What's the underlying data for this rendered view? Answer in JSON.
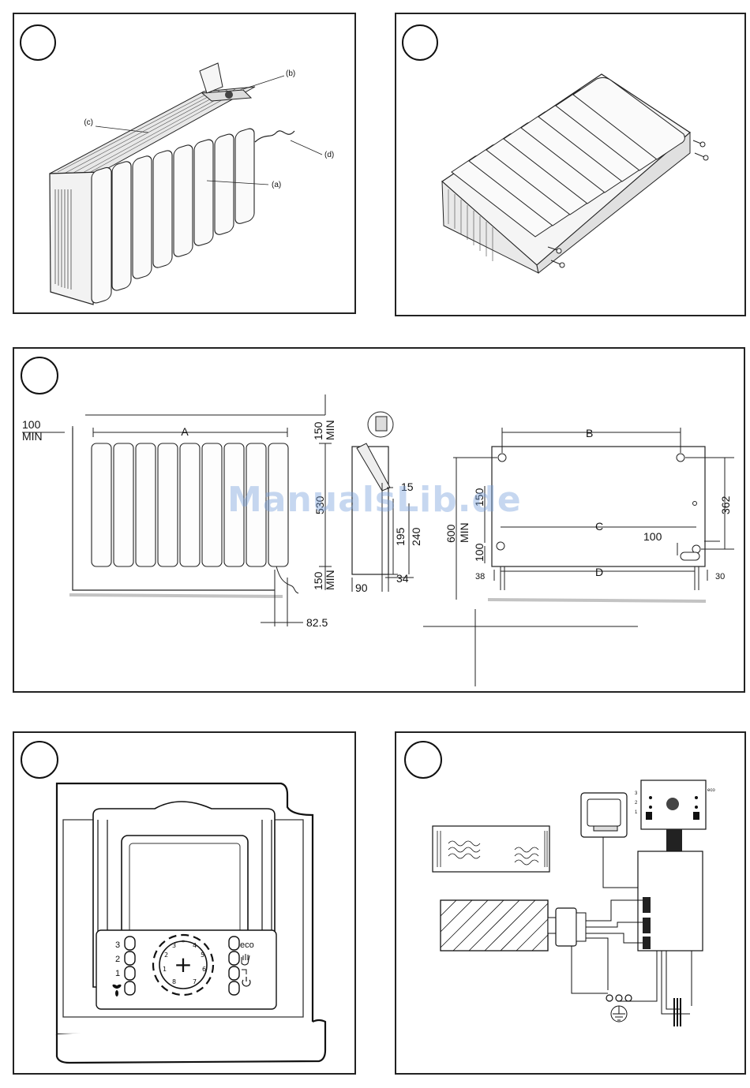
{
  "panel1": {
    "callouts": {
      "a": "(a)",
      "b": "(b)",
      "c": "(c)",
      "d": "(d)"
    }
  },
  "panel3": {
    "front": {
      "min_left": "100",
      "min_left_unit": "MIN",
      "top_clearance": "150",
      "top_clearance_unit": "MIN",
      "bottom_clearance": "150",
      "bottom_clearance_unit": "MIN",
      "width_label": "A",
      "height_label": "530",
      "cable_offset": "82.5"
    },
    "side": {
      "d15": "15",
      "d195": "195",
      "d240": "240",
      "d90": "90",
      "d34": "34"
    },
    "back": {
      "b": "B",
      "c": "C",
      "d": "D",
      "d100h": "100",
      "d362": "362",
      "d600": "600",
      "d600_unit": "MIN",
      "d100v": "100",
      "d150": "150",
      "d38": "38",
      "d30": "30"
    }
  },
  "panel4": {
    "speeds": [
      "3",
      "2",
      "1"
    ],
    "eco": "eco",
    "dial_plus": "+",
    "dial_marks": [
      "1",
      "2",
      "3",
      "4",
      "5",
      "6",
      "7",
      "8",
      "*"
    ]
  },
  "panel5": {
    "ctrl_speeds": [
      "3",
      "2",
      "1"
    ],
    "ctrl_eco": "eco"
  },
  "watermark": "ManualsLib.de"
}
